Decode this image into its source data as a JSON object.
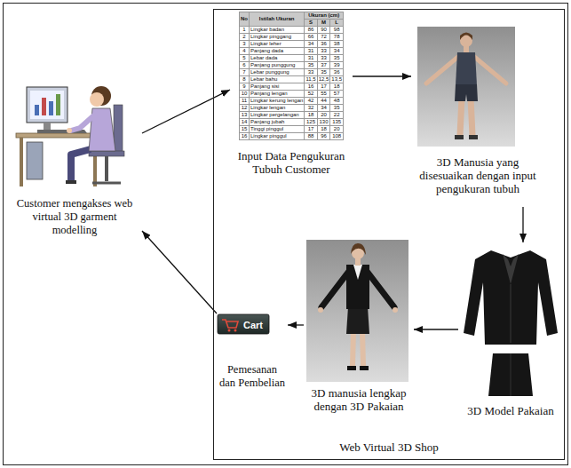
{
  "diagram": {
    "nodes": [
      {
        "text": [
          "Customer mengakses web virtual 3D garment modelling"
        ]
      },
      {
        "text": [
          "Web Virtual 3D Shop"
        ]
      },
      {
        "text": [
          "Input Data Pengukuran Tubuh Customer"
        ],
        "in": 1
      },
      {
        "text": [
          "3D Manusia yang disesuaikan dengan input pengukuran tubuh"
        ],
        "in": 1
      },
      {
        "text": [
          "3D Model Pakaian"
        ],
        "in": 1
      },
      {
        "text": [
          "3D manusia lengkap dengan 3D Pakaian"
        ],
        "in": 1
      },
      {
        "text": [
          "Cart",
          "Pemesanan dan Pembelian"
        ],
        "in": 1
      }
    ],
    "edges": [
      {
        "from": 0,
        "to": 2,
        "arrow": "to"
      },
      {
        "from": 2,
        "to": 3,
        "arrow": "to"
      },
      {
        "from": 3,
        "to": 4,
        "arrow": "to"
      },
      {
        "from": 4,
        "to": 5,
        "arrow": "to"
      },
      {
        "from": 5,
        "to": 6,
        "arrow": "to"
      },
      {
        "from": 6,
        "to": 0,
        "arrow": "to"
      }
    ],
    "labels": [
      "No",
      "Istilah Ukuran",
      "Ukuran (cm)",
      "S",
      "M",
      "L",
      "1",
      "Lingkar badan",
      "86",
      "90",
      "98",
      "2",
      "Lingkar pinggang",
      "66",
      "72",
      "78",
      "3",
      "Lingkar leher",
      "34",
      "36",
      "38",
      "4",
      "Panjang dada",
      "31",
      "33",
      "34",
      "5",
      "Lebar dada",
      "31",
      "33",
      "35",
      "6",
      "Panjang punggung",
      "35",
      "37",
      "39",
      "7",
      "Lebar punggung",
      "33",
      "35",
      "36",
      "8",
      "Lebar bahu",
      "11,5",
      "12,5",
      "13,5",
      "9",
      "Panjang sisi",
      "16",
      "17",
      "18",
      "10",
      "Panjang lengan",
      "52",
      "55",
      "57",
      "11",
      "Lingkar kerung lengan",
      "42",
      "44",
      "48",
      "12",
      "Lingkar lengan",
      "32",
      "34",
      "35",
      "13",
      "Lingkar pergelangan",
      "18",
      "20",
      "22",
      "14",
      "Panjang jubah",
      "125",
      "130",
      "135",
      "15",
      "Tinggi pinggul",
      "17",
      "18",
      "20",
      "16",
      "Lingkar pinggul",
      "88",
      "96",
      "108"
    ]
  }
}
